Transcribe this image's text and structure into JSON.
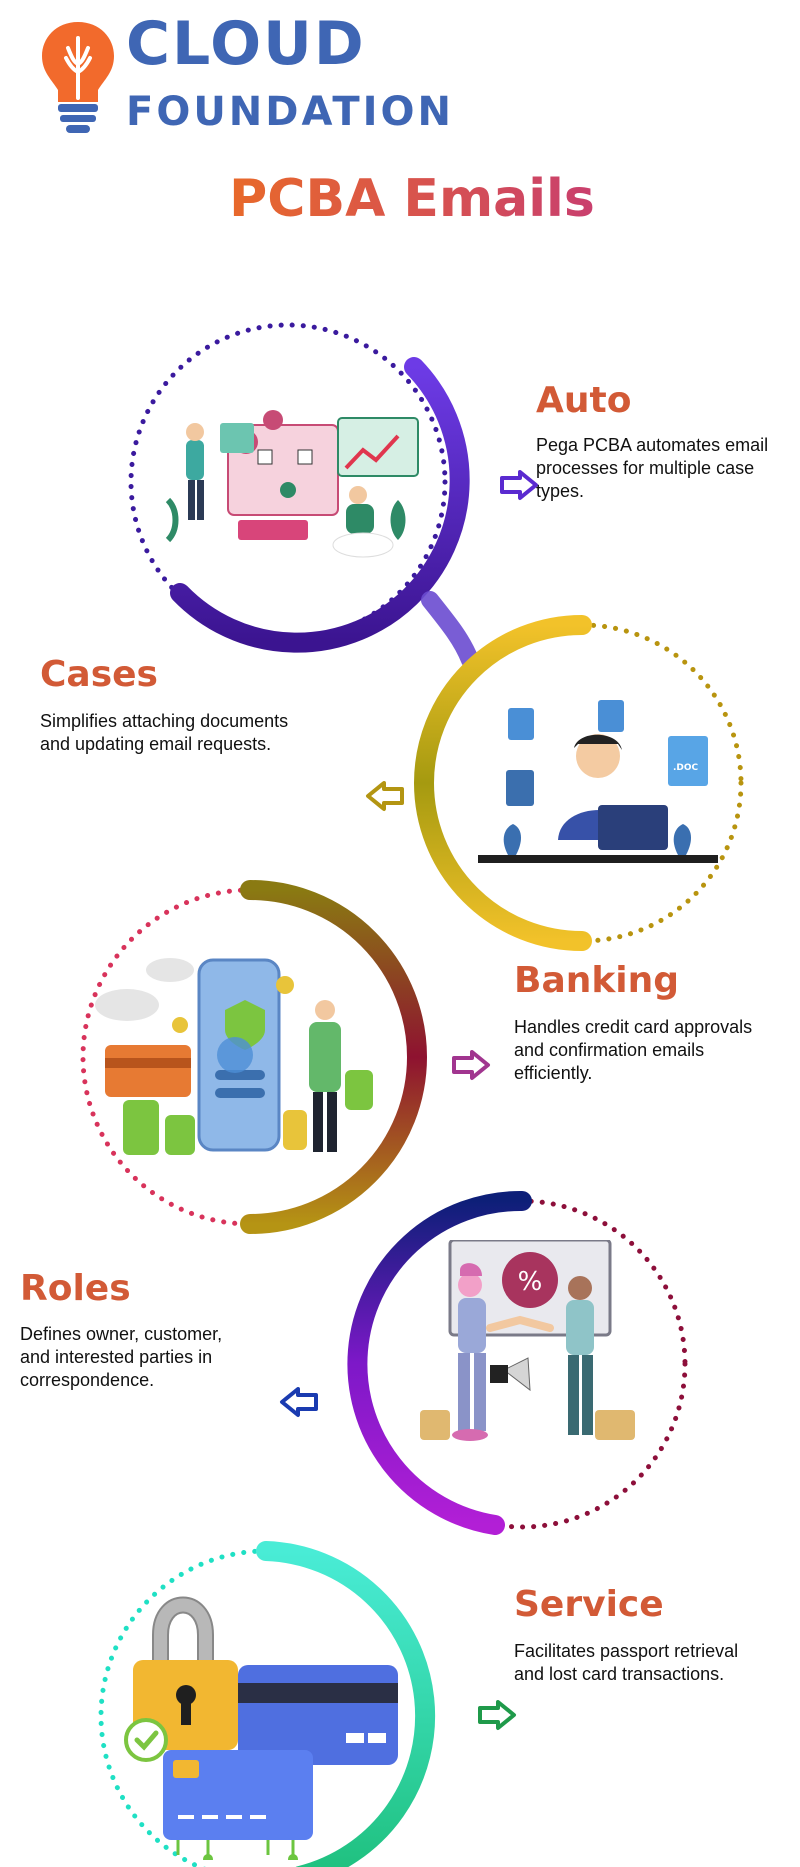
{
  "logo": {
    "line1": "CLOUD",
    "line2": "FOUNDATION"
  },
  "title": "PCBA Emails",
  "steps": [
    {
      "heading": "Auto",
      "text": "Pega PCBA automates email processes for multiple case types."
    },
    {
      "heading": "Cases",
      "text": "Simplifies attaching documents and updating email requests."
    },
    {
      "heading": "Banking",
      "text": "Handles credit card approvals and confirmation emails efficiently."
    },
    {
      "heading": "Roles",
      "text": "Defines owner, customer, and interested parties in correspondence."
    },
    {
      "heading": "Service",
      "text": "Facilitates passport retrieval and lost card transactions."
    }
  ],
  "badges": {
    "doc": ".DOC",
    "percent": "%"
  },
  "colors": {
    "title_start": "#e8692a",
    "title_end": "#c93f6e",
    "heading": "#d25a36",
    "logo_blue": "#3f66b4",
    "step1": "#5b2ad6",
    "step2": "#c9a51a",
    "step3": "#8e1230",
    "step4": "#8a1ed6",
    "step5": "#35d6c4"
  }
}
